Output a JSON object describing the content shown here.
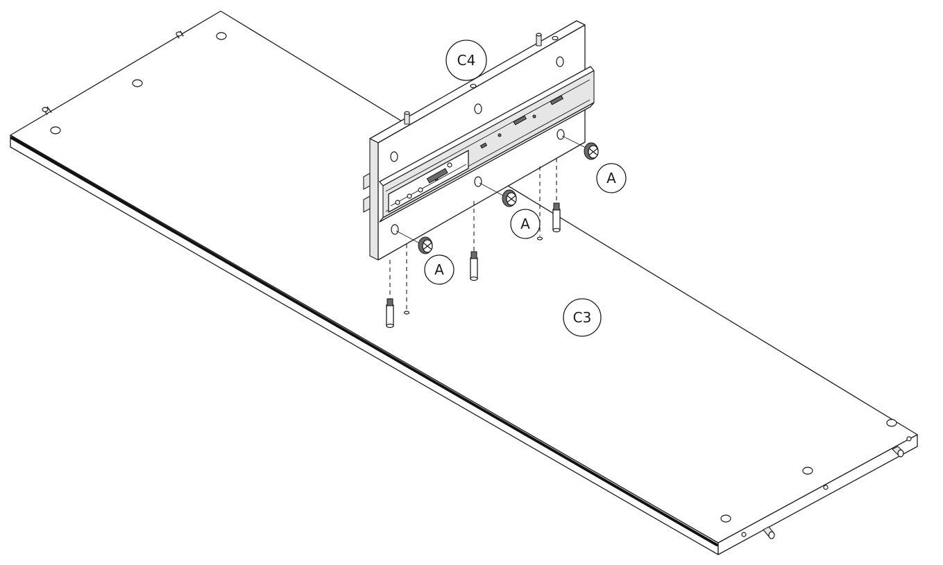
{
  "diagram": {
    "part_labels": {
      "top_panel": "C4",
      "bottom_panel": "C3"
    },
    "fitting_labels": [
      "A",
      "A",
      "A"
    ],
    "colors": {
      "line": "#1a1a1a",
      "background": "#ffffff",
      "hardware": "#6a6a6a"
    }
  }
}
